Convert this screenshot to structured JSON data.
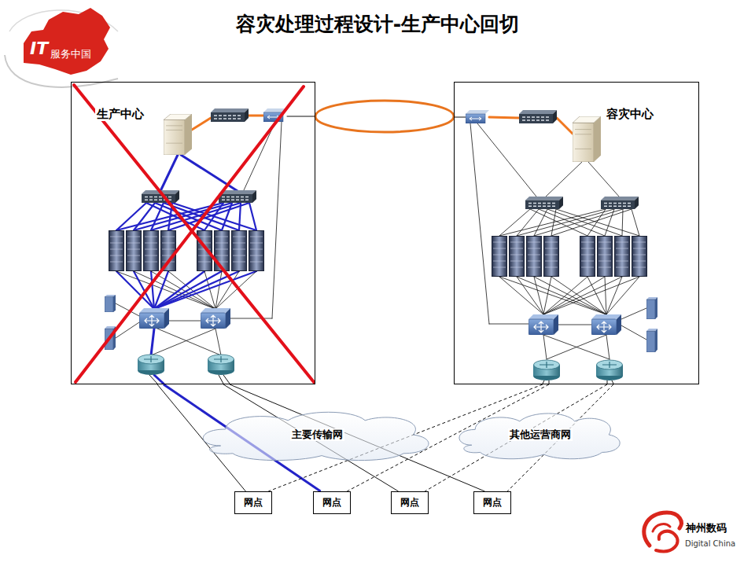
{
  "diagram": {
    "title": "容灾处理过程设计-生产中心回切",
    "nodes": [
      {
        "text": [
          "生产中心"
        ]
      },
      {
        "text": [
          "容灾中心"
        ]
      },
      {
        "text": [
          "主要传输网"
        ]
      },
      {
        "text": [
          "其他运营商网"
        ]
      },
      {
        "text": [
          "网点"
        ]
      },
      {
        "text": [
          "网点"
        ]
      },
      {
        "text": [
          "网点"
        ]
      },
      {
        "text": [
          "网点"
        ]
      }
    ],
    "edges": [
      {
        "from": 0,
        "to": 1,
        "arrow": "none"
      },
      {
        "from": 0,
        "to": 4,
        "arrow": "none"
      },
      {
        "from": 0,
        "to": 5,
        "arrow": "none"
      },
      {
        "from": 0,
        "to": 6,
        "arrow": "none"
      },
      {
        "from": 0,
        "to": 7,
        "arrow": "none"
      },
      {
        "from": 1,
        "to": 4,
        "arrow": "none"
      },
      {
        "from": 1,
        "to": 5,
        "arrow": "none"
      },
      {
        "from": 1,
        "to": 6,
        "arrow": "none"
      },
      {
        "from": 1,
        "to": 7,
        "arrow": "none"
      }
    ],
    "labels": [
      "IT",
      "服务中国",
      "神州数码",
      "Digital China"
    ]
  }
}
